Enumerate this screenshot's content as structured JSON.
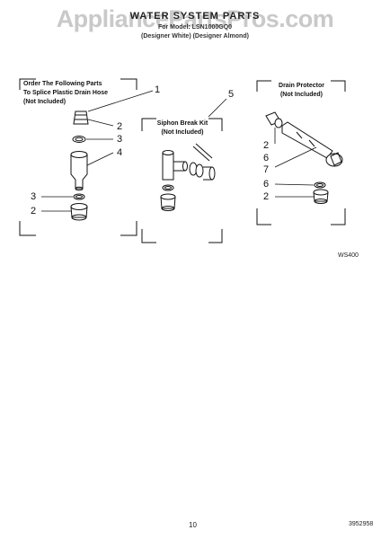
{
  "watermark": "AppliancePartsPros.com",
  "header": {
    "title": "WATER SYSTEM PARTS",
    "line2": "For Model: LSN1000GQ0",
    "line3": "(Designer White)  (Designer Almond)"
  },
  "box1": {
    "line1": "Order The Following Parts",
    "line2": "To Splice Plastic Drain Hose",
    "line3": "(Not Included)"
  },
  "box2": {
    "line1": "Siphon Break Kit",
    "line2": "(Not Included)"
  },
  "box3": {
    "line1": "Drain Protector",
    "line2": "(Not Included)"
  },
  "callouts": {
    "c1": "1",
    "c2a": "2",
    "c3a": "3",
    "c4": "4",
    "c3b": "3",
    "c2b": "2",
    "c5": "5",
    "c2c": "2",
    "c6a": "6",
    "c7": "7",
    "c6b": "6",
    "c2d": "2"
  },
  "figure_code": "WS400",
  "footer": {
    "page_number": "10",
    "doc_number": "3952958"
  }
}
